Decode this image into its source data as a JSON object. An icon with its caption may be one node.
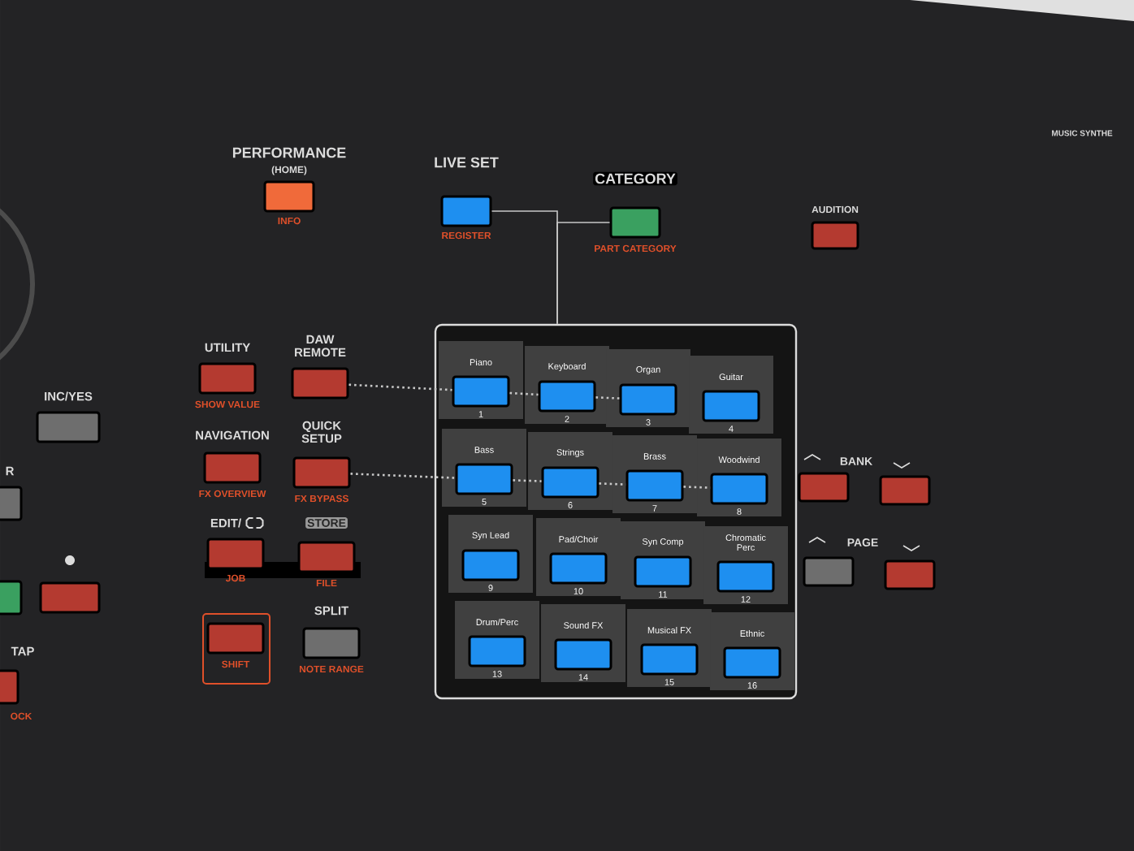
{
  "diagram": {
    "nodes": [
      {
        "text": [
          "PERFORMANCE",
          "(HOME)",
          "INFO"
        ]
      },
      {
        "text": [
          "LIVE SET",
          "REGISTER"
        ]
      },
      {
        "text": [
          "CATEGORY",
          "PART CATEGORY"
        ]
      },
      {
        "text": [
          "AUDITION"
        ]
      },
      {
        "text": [
          "UTILITY",
          "SHOW VALUE"
        ]
      },
      {
        "text": [
          "DAW REMOTE"
        ]
      },
      {
        "text": [
          "INC/YES"
        ]
      },
      {
        "text": [
          "NAVIGATION",
          "FX OVERVIEW"
        ]
      },
      {
        "text": [
          "QUICK SETUP",
          "FX BYPASS"
        ]
      },
      {
        "text": [
          "R"
        ]
      },
      {
        "text": [
          "EDIT/",
          "JOB"
        ]
      },
      {
        "text": [
          "STORE",
          "FILE"
        ]
      },
      {
        "text": [],
        "shape": "box"
      },
      {
        "text": [],
        "shape": "box"
      },
      {
        "text": [
          "SHIFT"
        ]
      },
      {
        "text": [
          "SPLIT",
          "NOTE RANGE"
        ]
      },
      {
        "text": [
          "TAP",
          "OCK"
        ]
      },
      {
        "text": [],
        "shape": "box"
      },
      {
        "text": [
          "Piano",
          "1"
        ],
        "in": 17
      },
      {
        "text": [
          "Keyboard",
          "2"
        ],
        "in": 17
      },
      {
        "text": [
          "Organ",
          "3"
        ],
        "in": 17
      },
      {
        "text": [
          "Guitar",
          "4"
        ],
        "in": 17
      },
      {
        "text": [
          "Bass",
          "5"
        ],
        "in": 17
      },
      {
        "text": [
          "Strings",
          "6"
        ],
        "in": 17
      },
      {
        "text": [
          "Brass",
          "7"
        ],
        "in": 17
      },
      {
        "text": [
          "Woodwind",
          "8"
        ],
        "in": 17
      },
      {
        "text": [
          "Syn Lead",
          "9"
        ],
        "in": 17
      },
      {
        "text": [
          "Pad/Choir",
          "10"
        ],
        "in": 17
      },
      {
        "text": [
          "Syn Comp",
          "11"
        ],
        "in": 17
      },
      {
        "text": [
          "Chromatic Perc",
          "12"
        ],
        "in": 17
      },
      {
        "text": [
          "Drum/Perc",
          "13"
        ],
        "in": 17
      },
      {
        "text": [
          "Sound FX",
          "14"
        ],
        "in": 17
      },
      {
        "text": [
          "Musical FX",
          "15"
        ],
        "in": 17
      },
      {
        "text": [
          "Ethnic",
          "16"
        ],
        "in": 17
      },
      {
        "text": [],
        "shape": "box"
      },
      {
        "text": [],
        "shape": "box"
      },
      {
        "text": [],
        "shape": "box"
      },
      {
        "text": [],
        "shape": "box"
      }
    ],
    "edges": [
      {
        "from": 1,
        "to": 17,
        "arrow": "none"
      },
      {
        "from": 2,
        "to": 17,
        "arrow": "none"
      },
      {
        "from": 5,
        "to": 18,
        "arrow": "none",
        "style": "dashed"
      },
      {
        "from": 8,
        "to": 22,
        "arrow": "none",
        "style": "dashed"
      },
      {
        "from": 18,
        "to": 19,
        "arrow": "none",
        "style": "dashed"
      },
      {
        "from": 19,
        "to": 20,
        "arrow": "none",
        "style": "dashed"
      },
      {
        "from": 22,
        "to": 23,
        "arrow": "none",
        "style": "dashed"
      },
      {
        "from": 23,
        "to": 24,
        "arrow": "none",
        "style": "dashed"
      },
      {
        "from": 24,
        "to": 25,
        "arrow": "none",
        "style": "dashed"
      }
    ],
    "labels": [
      "MUSIC SYNTHE",
      "BANK",
      "PAGE"
    ]
  }
}
